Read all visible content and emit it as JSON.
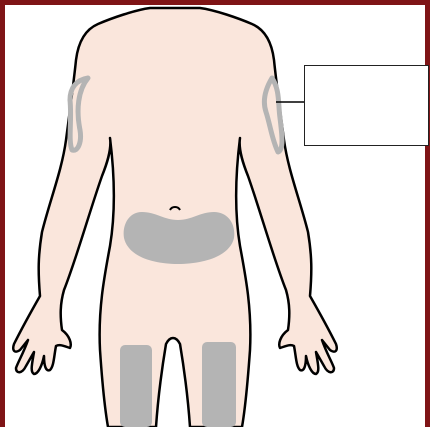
{
  "diagram": {
    "callout_label": "",
    "colors": {
      "frame": "#7f1416",
      "skin": "#fae6dc",
      "outline": "#000000",
      "injection_site": "#b4b4b4"
    },
    "regions": [
      "upper-arm-left",
      "upper-arm-right",
      "abdomen",
      "thigh-left",
      "thigh-right"
    ]
  }
}
